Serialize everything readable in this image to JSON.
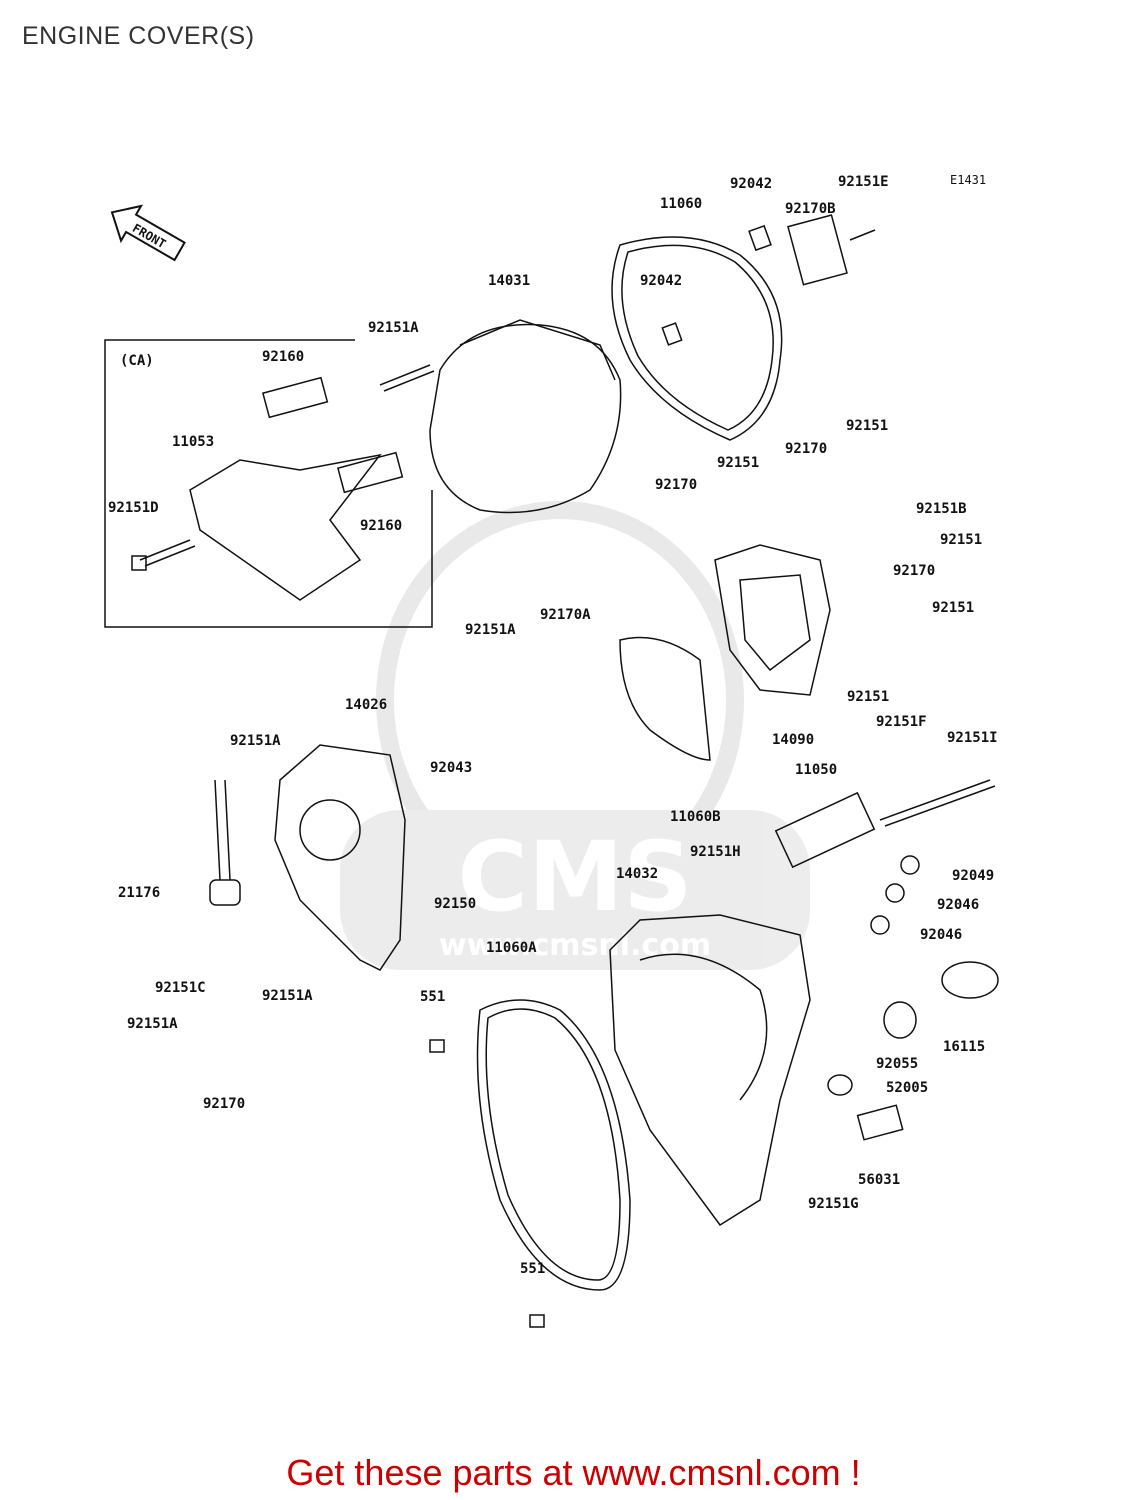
{
  "page": {
    "title": "ENGINE COVER(S)",
    "diagram_code": "E1431",
    "front_arrow": "FRONT",
    "ca_label": "(CA)",
    "watermark_brand": "CMS",
    "watermark_url": "www.cmsnl.com",
    "footer": "Get these parts at www.cmsnl.com !"
  },
  "parts": [
    "92042",
    "92151E",
    "11060",
    "92170B",
    "92042",
    "14031",
    "92151A",
    "92160",
    "11053",
    "92160",
    "92151D",
    "92151",
    "92170",
    "92151",
    "92170",
    "92151B",
    "92151",
    "92170",
    "92151A",
    "92170A",
    "92151",
    "92151",
    "14090",
    "14026",
    "92151A",
    "92043",
    "92151F",
    "92151I",
    "11050",
    "11060B",
    "21176",
    "92151H",
    "92049",
    "14032",
    "92150",
    "92046",
    "92046",
    "92151C",
    "92151A",
    "11060A",
    "551",
    "92055",
    "16115",
    "92151A",
    "52005",
    "92170",
    "56031",
    "92151G",
    "551"
  ]
}
